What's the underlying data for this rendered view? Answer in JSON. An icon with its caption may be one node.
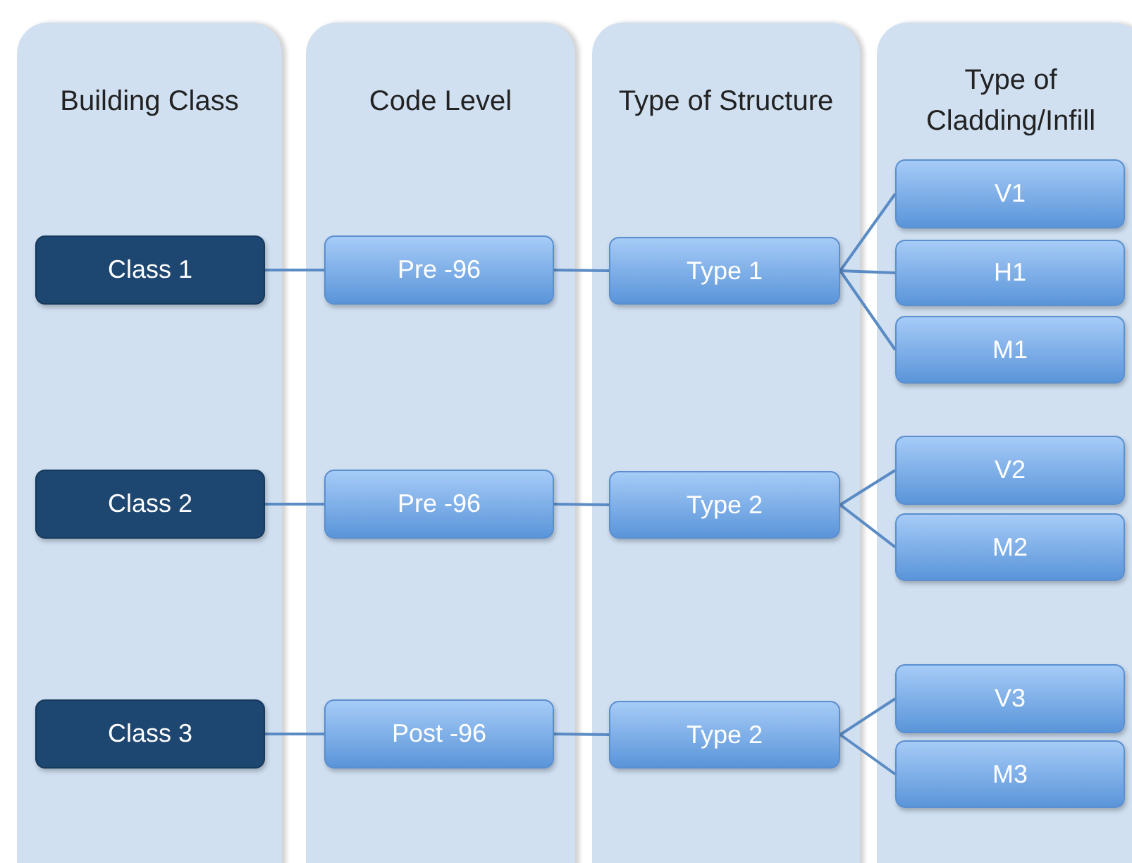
{
  "diagram": {
    "nodes": [
      {
        "text": [
          "Building Class"
        ]
      },
      {
        "text": [
          "Code Level"
        ]
      },
      {
        "text": [
          "Type of Structure"
        ]
      },
      {
        "text": [
          "Type of Cladding/Infill"
        ]
      },
      {
        "text": [
          "Class 1"
        ],
        "in": 0
      },
      {
        "text": [
          "Class 2"
        ],
        "in": 0
      },
      {
        "text": [
          "Class 3"
        ],
        "in": 0
      },
      {
        "text": [
          "Pre -96"
        ],
        "in": 1
      },
      {
        "text": [
          "Pre -96"
        ],
        "in": 1
      },
      {
        "text": [
          "Post -96"
        ],
        "in": 1
      },
      {
        "text": [
          "Type 1"
        ],
        "in": 2
      },
      {
        "text": [
          "Type 2"
        ],
        "in": 2
      },
      {
        "text": [
          "Type 2"
        ],
        "in": 2
      },
      {
        "text": [
          "V1"
        ],
        "in": 3
      },
      {
        "text": [
          "H1"
        ],
        "in": 3
      },
      {
        "text": [
          "M1"
        ],
        "in": 3
      },
      {
        "text": [
          "V2"
        ],
        "in": 3
      },
      {
        "text": [
          "M2"
        ],
        "in": 3
      },
      {
        "text": [
          "V3"
        ],
        "in": 3
      },
      {
        "text": [
          "M3"
        ],
        "in": 3
      }
    ],
    "edges": [
      {
        "from": 4,
        "to": 7,
        "arrow": "none"
      },
      {
        "from": 7,
        "to": 10,
        "arrow": "none"
      },
      {
        "from": 10,
        "to": 13,
        "arrow": "none"
      },
      {
        "from": 10,
        "to": 14,
        "arrow": "none"
      },
      {
        "from": 10,
        "to": 15,
        "arrow": "none"
      },
      {
        "from": 5,
        "to": 8,
        "arrow": "none"
      },
      {
        "from": 8,
        "to": 11,
        "arrow": "none"
      },
      {
        "from": 11,
        "to": 16,
        "arrow": "none"
      },
      {
        "from": 11,
        "to": 17,
        "arrow": "none"
      },
      {
        "from": 6,
        "to": 9,
        "arrow": "none"
      },
      {
        "from": 9,
        "to": 12,
        "arrow": "none"
      },
      {
        "from": 12,
        "to": 18,
        "arrow": "none"
      },
      {
        "from": 12,
        "to": 19,
        "arrow": "none"
      }
    ]
  }
}
